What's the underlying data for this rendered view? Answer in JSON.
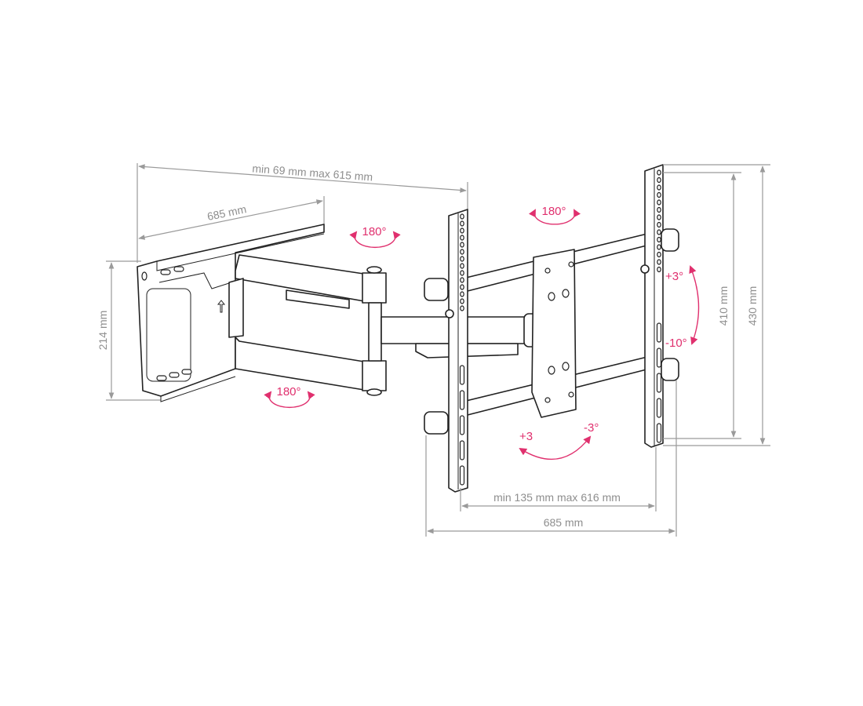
{
  "title": "Full-motion TV wall mount dimensions",
  "dimensions": {
    "arm_extension": "min 69 mm max 615 mm",
    "wall_plate_width": "685 mm",
    "wall_plate_height": "214 mm",
    "rail_spacing": "min 135 mm max 616 mm",
    "bracket_width": "685 mm",
    "vesa_height": "410 mm",
    "rail_height": "430 mm"
  },
  "rotations": {
    "swivel_top_arm": "180°",
    "swivel_bottom_arm": "180°",
    "swivel_head": "180°",
    "tilt_up": "+3°",
    "tilt_down": "-10°",
    "level_plus": "+3",
    "level_minus": "-3°"
  },
  "colors": {
    "annotation": "#e0306e",
    "dimension": "#9a9a9a",
    "line": "#222222"
  }
}
